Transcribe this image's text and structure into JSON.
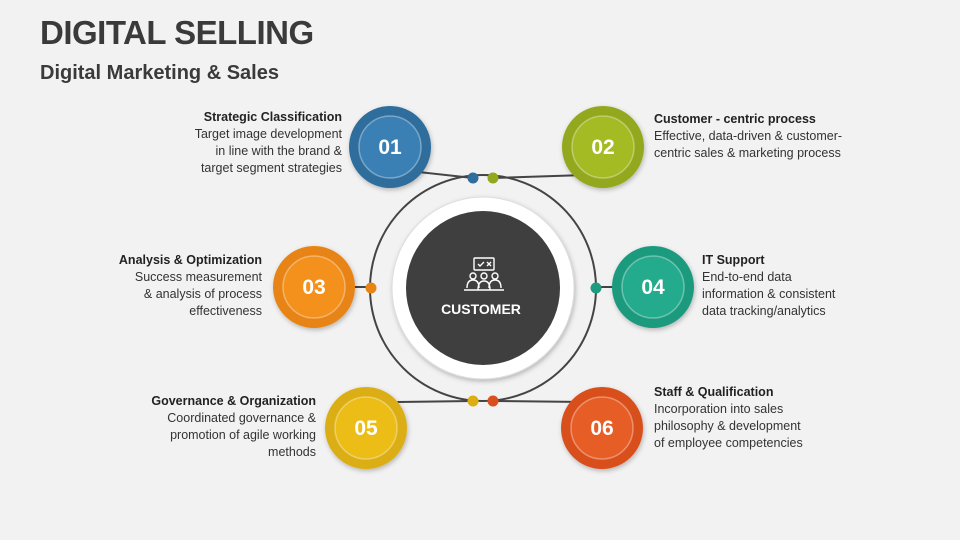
{
  "title": "DIGITAL SELLING",
  "subtitle": "Digital Marketing & Sales",
  "center": {
    "label": "CUSTOMER",
    "icon": "customer-group-icon"
  },
  "colors": {
    "c01": "#2e6d9c",
    "c02": "#93a81c",
    "c03": "#e88413",
    "c04": "#1e9a7e",
    "c05": "#dcae12",
    "c06": "#d94f1e",
    "center": "#3f3f3f",
    "ring": "#444444"
  },
  "items": [
    {
      "num": "01",
      "title": "Strategic Classification",
      "text": "Target image development\nin line with the brand &\ntarget segment strategies"
    },
    {
      "num": "02",
      "title": "Customer - centric process",
      "text": "Effective, data-driven & customer-\ncentric sales & marketing process"
    },
    {
      "num": "03",
      "title": "Analysis & Optimization",
      "text": "Success measurement\n& analysis of process\neffectiveness"
    },
    {
      "num": "04",
      "title": "IT Support",
      "text": "End-to-end data\ninformation & consistent\ndata tracking/analytics"
    },
    {
      "num": "05",
      "title": "Governance & Organization",
      "text": "Coordinated governance &\npromotion of agile working\nmethods"
    },
    {
      "num": "06",
      "title": "Staff & Qualification",
      "text": "Incorporation into sales\nphilosophy & development\nof employee competencies"
    }
  ]
}
